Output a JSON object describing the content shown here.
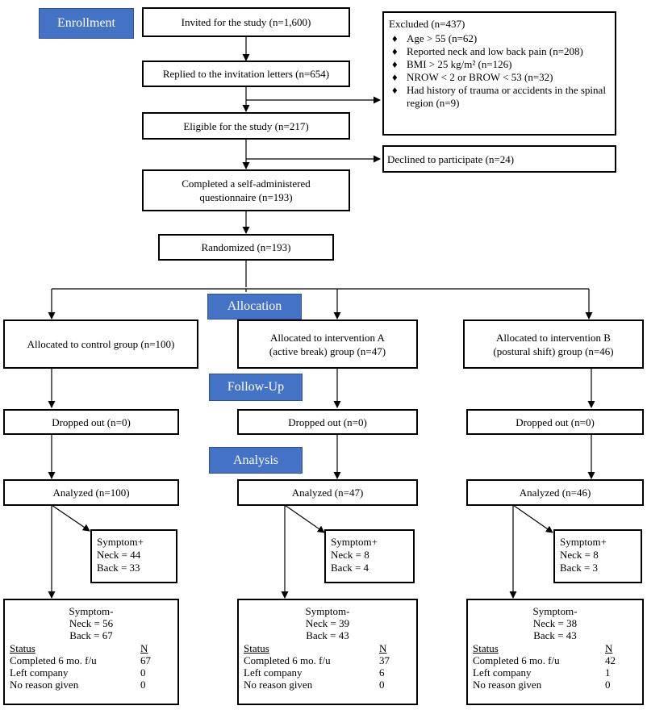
{
  "stages": {
    "enrollment": "Enrollment",
    "allocation": "Allocation",
    "followup": "Follow-Up",
    "analysis": "Analysis"
  },
  "enrollment": {
    "invited": "Invited for the study (n=1,600)",
    "replied": "Replied to the invitation letters (n=654)",
    "eligible": "Eligible  for the study (n=217)",
    "completed_line1": "Completed a self-administered",
    "completed_line2": "questionnaire (n=193)",
    "randomized": "Randomized (n=193)",
    "declined": "Declined to participate (n=24)"
  },
  "excluded": {
    "title": "Excluded (n=437)",
    "bullet": "♦",
    "items": [
      "Age > 55 (n=62)",
      "Reported neck and low back pain (n=208)",
      "BMI > 25 kg/m² (n=126)",
      "NROW < 2 or BROW < 53 (n=32)",
      "Had history of trauma or accidents in the spinal region (n=9)"
    ]
  },
  "groups": [
    {
      "allocated_line1": "Allocated to control group (n=100)",
      "allocated_line2": "",
      "dropped": "Dropped out (n=0)",
      "analyzed": "Analyzed (n=100)",
      "symptom_plus": {
        "title": "Symptom+",
        "neck": "Neck = 44",
        "back": "Back = 33"
      },
      "symptom_minus": {
        "title": "Symptom-",
        "neck": "Neck = 56",
        "back": "Back = 67",
        "status_header": "Status",
        "n_header": "N",
        "rows": [
          {
            "label": "Completed 6 mo. f/u",
            "n": "67"
          },
          {
            "label": "Left company",
            "n": "0"
          },
          {
            "label": "No reason given",
            "n": "0"
          }
        ]
      }
    },
    {
      "allocated_line1": "Allocated to intervention A",
      "allocated_line2": "(active break) group (n=47)",
      "dropped": "Dropped out (n=0)",
      "analyzed": "Analyzed (n=47)",
      "symptom_plus": {
        "title": "Symptom+",
        "neck": "Neck = 8",
        "back": "Back = 4"
      },
      "symptom_minus": {
        "title": "Symptom-",
        "neck": "Neck = 39",
        "back": "Back = 43",
        "status_header": "Status",
        "n_header": "N",
        "rows": [
          {
            "label": "Completed 6 mo. f/u",
            "n": "37"
          },
          {
            "label": "Left company",
            "n": "6"
          },
          {
            "label": "No reason given",
            "n": "0"
          }
        ]
      }
    },
    {
      "allocated_line1": "Allocated to intervention B",
      "allocated_line2": "(postural shift) group (n=46)",
      "dropped": "Dropped out (n=0)",
      "analyzed": "Analyzed (n=46)",
      "symptom_plus": {
        "title": "Symptom+",
        "neck": "Neck = 8",
        "back": "Back = 3"
      },
      "symptom_minus": {
        "title": "Symptom-",
        "neck": "Neck = 38",
        "back": "Back = 43",
        "status_header": "Status",
        "n_header": "N",
        "rows": [
          {
            "label": "Completed 6 mo. f/u",
            "n": "42"
          },
          {
            "label": "Left company",
            "n": "1"
          },
          {
            "label": "No reason given",
            "n": "0"
          }
        ]
      }
    }
  ]
}
